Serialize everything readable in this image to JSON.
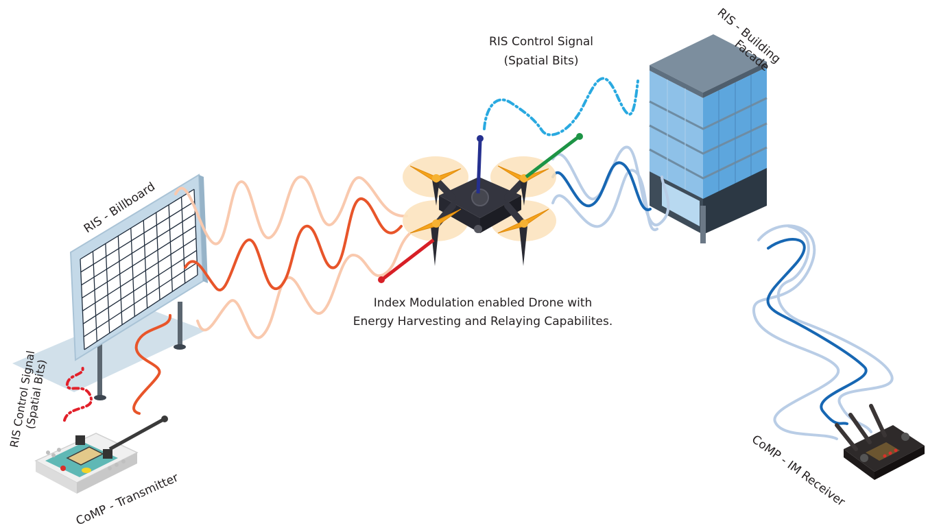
{
  "labels": {
    "billboard": "RIS - Billboard",
    "building_line1": "RIS - Building",
    "building_line2": "Facade",
    "top_signal_line1": "RIS Control Signal",
    "top_signal_line2": "(Spatial Bits)",
    "left_signal_line1": "RIS Control Signal",
    "left_signal_line2": "(Spatial Bits)",
    "drone_line1": "Index Modulation enabled Drone with",
    "drone_line2": "Energy Harvesting and Relaying Capabilites.",
    "transmitter": "CoMP - Transmitter",
    "receiver": "CoMP - IM Receiver"
  },
  "colors": {
    "orange_wave": "#e8552a",
    "light_orange_wave": "#f9c9ae",
    "blue_wave": "#1767b3",
    "light_blue_wave": "#b9cde6",
    "cyan_dotted": "#29a9e0",
    "red_dotted": "#e2202a",
    "drone_body": "#34353f",
    "propeller": "#f4a31c",
    "antenna_red": "#d71f26",
    "antenna_green": "#1d9445",
    "antenna_navy": "#25308f",
    "billboard_frame": "#c4d9e8",
    "building_glass": "#8ec1e8"
  }
}
